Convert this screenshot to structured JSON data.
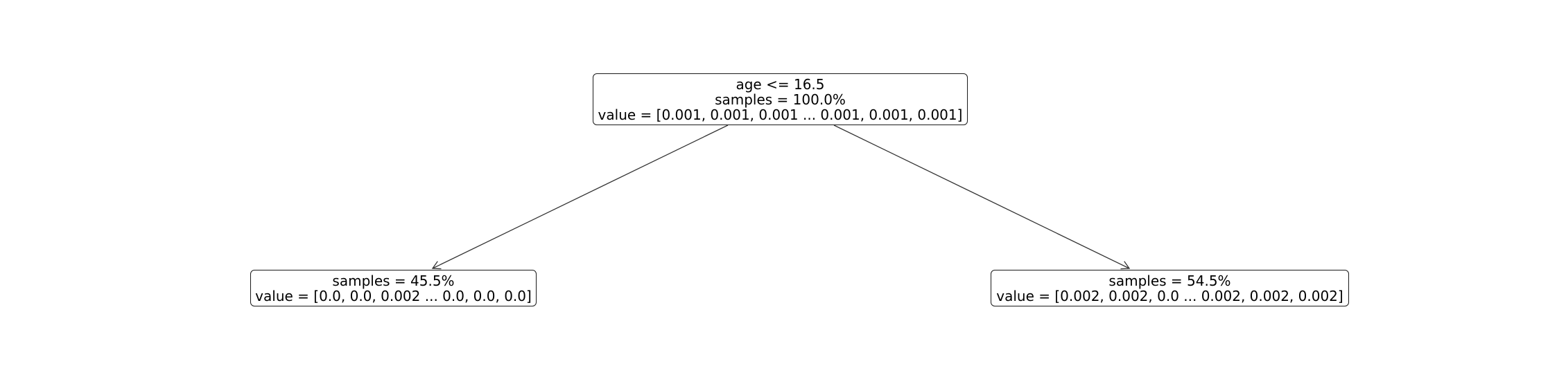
{
  "tree": {
    "root": {
      "split": "age <= 16.5",
      "samples": "samples = 100.0%",
      "value": "value = [0.001, 0.001, 0.001 ... 0.001, 0.001, 0.001]"
    },
    "left": {
      "samples": "samples = 45.5%",
      "value": "value = [0.0, 0.0, 0.002 ... 0.0, 0.0, 0.0]"
    },
    "right": {
      "samples": "samples = 54.5%",
      "value": "value = [0.002, 0.002, 0.0 ... 0.002, 0.002, 0.002]"
    },
    "edges": [
      {
        "from": "root",
        "to": "left"
      },
      {
        "from": "root",
        "to": "right"
      }
    ],
    "colors": {
      "line": "#333333",
      "border": "#1a1a1a",
      "background": "#ffffff"
    }
  }
}
